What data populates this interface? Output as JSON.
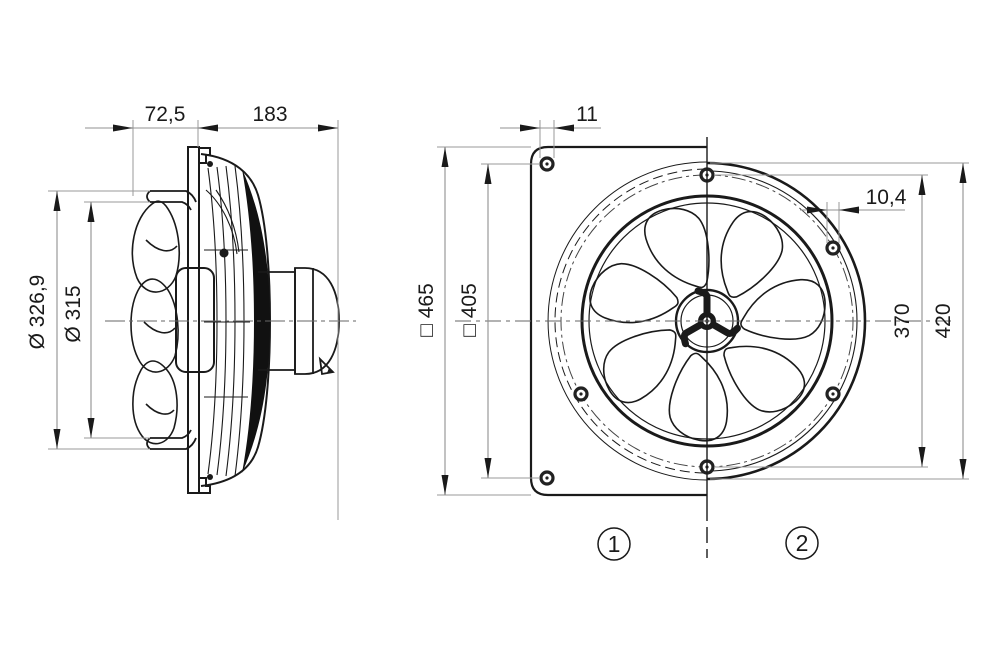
{
  "side_view": {
    "dim_front_depth": "72,5",
    "dim_rear_depth": "183",
    "dim_outer_dia": "Ø 326,9",
    "dim_inner_dia": "Ø 315"
  },
  "front_view": {
    "dim_plate_hole": "11",
    "dim_flange_hole": "10,4",
    "dim_plate_size": "□ 465",
    "dim_plate_hole_spacing": "□ 405",
    "dim_bolt_circle": "370",
    "dim_flange_dia": "420"
  },
  "variants": {
    "one": "1",
    "two": "2"
  },
  "colors": {
    "line": "#1a1a1a",
    "dim_line": "#909090",
    "background": "#ffffff"
  }
}
